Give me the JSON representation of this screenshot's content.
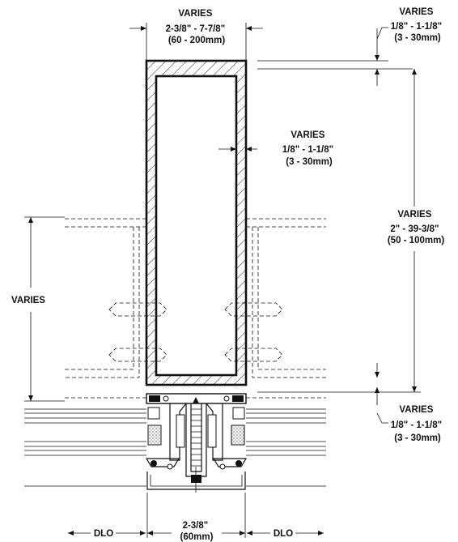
{
  "labels": {
    "top_width": [
      "VARIES",
      "2-3/8\" - 7-7/8\"",
      "(60 - 200mm)"
    ],
    "top_gap": [
      "VARIES",
      "1/8\" - 1-1/8\"",
      "(3 - 30mm)"
    ],
    "wall": [
      "VARIES",
      "1/8\" - 1-1/8\"",
      "(3 - 30mm)"
    ],
    "depth": [
      "VARIES",
      "2\" - 39-3/8\"",
      "(50 - 100mm)"
    ],
    "left": [
      "VARIES"
    ],
    "bottom_gap": [
      "VARIES",
      "1/8\" - 1-1/8\"",
      "(3 - 30mm)"
    ],
    "bottom_width": [
      "2-3/8\"",
      "(60mm)"
    ],
    "dlo_left": [
      "DLO"
    ],
    "dlo_right": [
      "DLO"
    ]
  },
  "colors": {
    "ink": "#111111",
    "insulation": "#e6e6e6"
  }
}
